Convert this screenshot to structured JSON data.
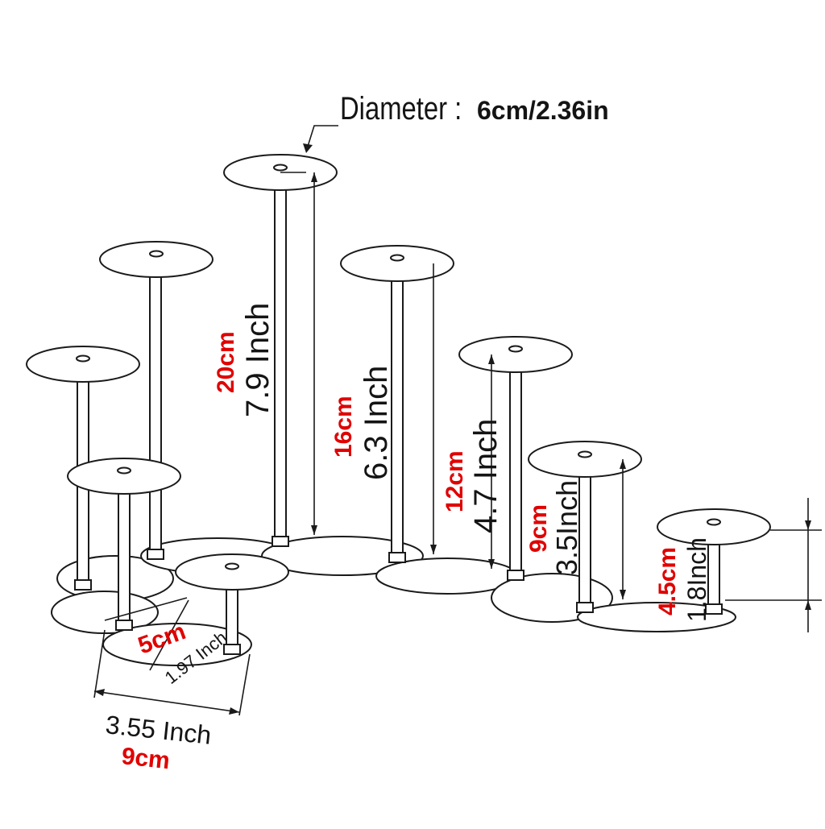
{
  "header": {
    "diameter_prefix": "Diameter :",
    "diameter_value": "6cm/2.36in"
  },
  "dimensions": {
    "post_20": {
      "cm": "20cm",
      "inch": "7.9 Inch"
    },
    "post_16": {
      "cm": "16cm",
      "inch": "6.3 Inch"
    },
    "post_12": {
      "cm": "12cm",
      "inch": "4.7 Inch"
    },
    "post_9": {
      "cm": "9cm",
      "inch": "3.5Inch"
    },
    "post_4_5": {
      "cm": "4.5cm",
      "inch": "1.8Inch"
    },
    "post_5": {
      "cm": "5cm",
      "inch": "1.97 Inch"
    },
    "base_width": {
      "inch": "3.55 Inch",
      "cm": "9cm"
    }
  },
  "colors": {
    "metric": "#e00000",
    "imperial": "#141414",
    "lines": "#1a1a1a"
  }
}
